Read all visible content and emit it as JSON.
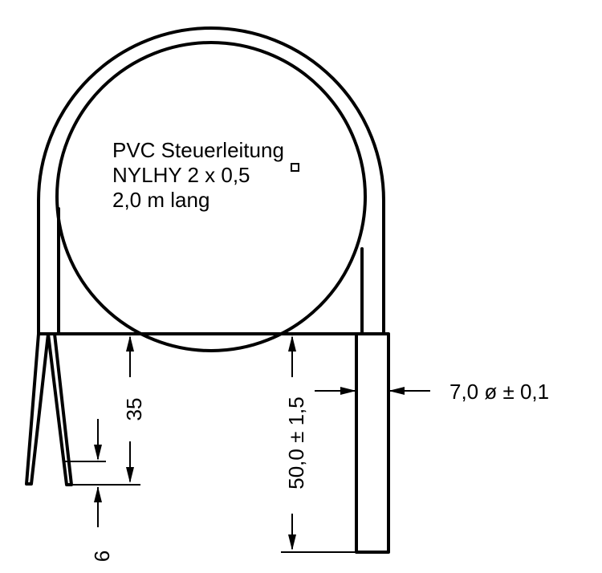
{
  "label": {
    "line1": "PVC Steuerleitung",
    "line2": "NYLHY 2 x 0,5",
    "line3": "2,0 m lang"
  },
  "dimensions": {
    "wire_strip_length": "35",
    "wire_end_length": "6",
    "sensor_length": "50,0 ± 1,5",
    "sensor_diameter": "7,0 ø ± 0,1"
  }
}
